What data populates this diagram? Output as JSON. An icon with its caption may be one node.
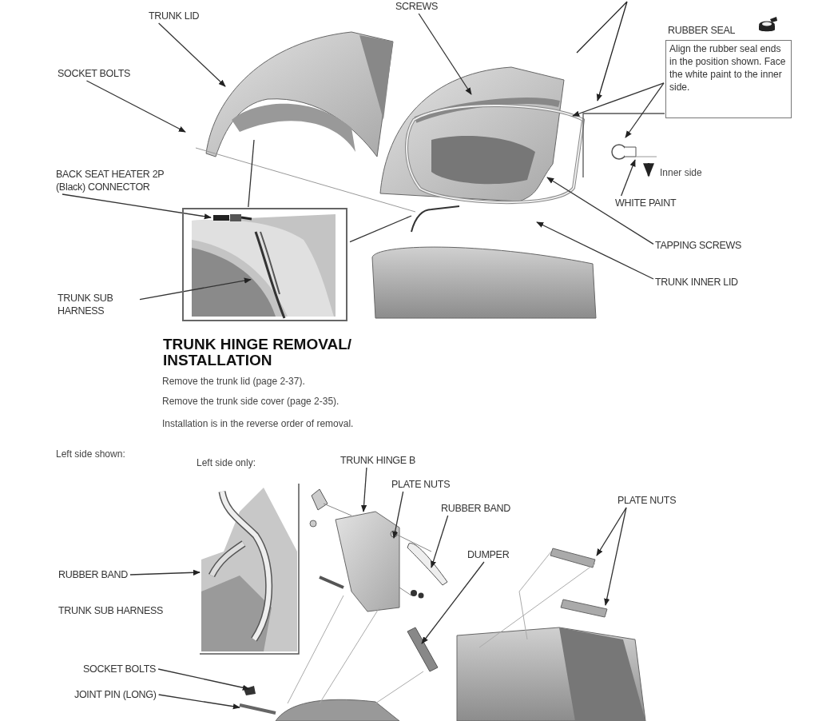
{
  "diagram": {
    "title": "TRUNK HINGE REMOVAL/ INSTALLATION",
    "nodes": [
      {
        "text": [
          "TRUNK LID"
        ]
      },
      {
        "text": [
          "SCREWS"
        ]
      },
      {
        "text": [
          "RUBBER SEAL",
          "Align the rubber seal ends in the position shown. Face the white paint to the inner side."
        ]
      },
      {
        "text": [
          "SOCKET BOLTS"
        ]
      },
      {
        "text": [
          "BACK SEAT HEATER 2P (Black) CONNECTOR"
        ]
      },
      {
        "text": [
          "TRUNK SUB HARNESS"
        ]
      },
      {
        "text": [
          "WHITE PAINT"
        ]
      },
      {
        "text": [
          "TAPPING SCREWS"
        ]
      },
      {
        "text": [
          "TRUNK INNER LID"
        ]
      },
      {
        "text": [],
        "shape": "box"
      },
      {
        "text": [
          "TRUNK HINGE B"
        ]
      },
      {
        "text": [
          "PLATE NUTS"
        ]
      },
      {
        "text": [
          "RUBBER BAND"
        ]
      },
      {
        "text": [
          "DUMPER"
        ]
      },
      {
        "text": [
          "PLATE NUTS"
        ]
      },
      {
        "text": [
          "RUBBER BAND"
        ]
      },
      {
        "text": [
          "SOCKET BOLTS"
        ]
      },
      {
        "text": [
          "JOINT PIN (LONG)"
        ]
      },
      {
        "text": [],
        "shape": "picture",
        "in": 9
      },
      {
        "text": [],
        "shape": "picture",
        "in": 9
      }
    ],
    "edges": [
      {
        "from": 0,
        "to": null,
        "arrow": "to"
      },
      {
        "from": 1,
        "to": null,
        "arrow": "to"
      },
      {
        "from": 2,
        "to": null,
        "arrow": "to"
      },
      {
        "from": 2,
        "to": null,
        "arrow": "to"
      },
      {
        "from": 3,
        "to": null,
        "arrow": "to"
      },
      {
        "from": 4,
        "to": 18,
        "arrow": "to"
      },
      {
        "from": 5,
        "to": 19,
        "arrow": "to"
      },
      {
        "from": 6,
        "to": null,
        "arrow": "to"
      },
      {
        "from": 7,
        "to": null,
        "arrow": "to"
      },
      {
        "from": 8,
        "to": null,
        "arrow": "to"
      },
      {
        "from": 9,
        "to": null,
        "arrow": "none"
      },
      {
        "from": 9,
        "to": null,
        "arrow": "none"
      },
      {
        "from": 10,
        "to": null,
        "arrow": "to"
      },
      {
        "from": 11,
        "to": null,
        "arrow": "to"
      },
      {
        "from": 12,
        "to": null,
        "arrow": "to"
      },
      {
        "from": 13,
        "to": null,
        "arrow": "to"
      },
      {
        "from": 14,
        "to": null,
        "arrow": "to"
      },
      {
        "from": 14,
        "to": null,
        "arrow": "to"
      },
      {
        "from": 15,
        "to": null,
        "arrow": "to"
      },
      {
        "from": 16,
        "to": null,
        "arrow": "to"
      },
      {
        "from": 17,
        "to": null,
        "arrow": "to"
      }
    ],
    "labels": [
      "Inner side",
      "Remove the trunk lid (page 2-37).",
      "Remove the trunk side cover (page 2-35).",
      "Installation is in the reverse order of removal.",
      "Left side shown:",
      "Left side only:",
      "TRUNK SUB HARNESS"
    ]
  }
}
